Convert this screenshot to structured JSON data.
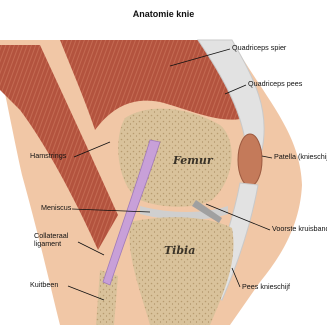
{
  "title": "Anatomie knie",
  "labels": {
    "quadriceps_spier": "Quadriceps spier",
    "quadriceps_pees": "Quadriceps pees",
    "hamstrings": "Hamstrings",
    "patella": "Patella (knieschijf)",
    "femur": "Femur",
    "meniscus": "Meniscus",
    "voorste_kruisband": "Voorste kruisband",
    "collateraal_line1": "Collateraal",
    "collateraal_line2": "ligament",
    "tibia": "Tibia",
    "kuitbeen": "Kuitbeen",
    "pees_knieschijf": "Pees knieschijf"
  },
  "colors": {
    "skin": "#f1c7a6",
    "muscle": "#b3533e",
    "tendon": "#d8d8d8",
    "bone": "#d9c29b",
    "ligament": "#c8a0d8",
    "patella": "#c47a5a"
  }
}
